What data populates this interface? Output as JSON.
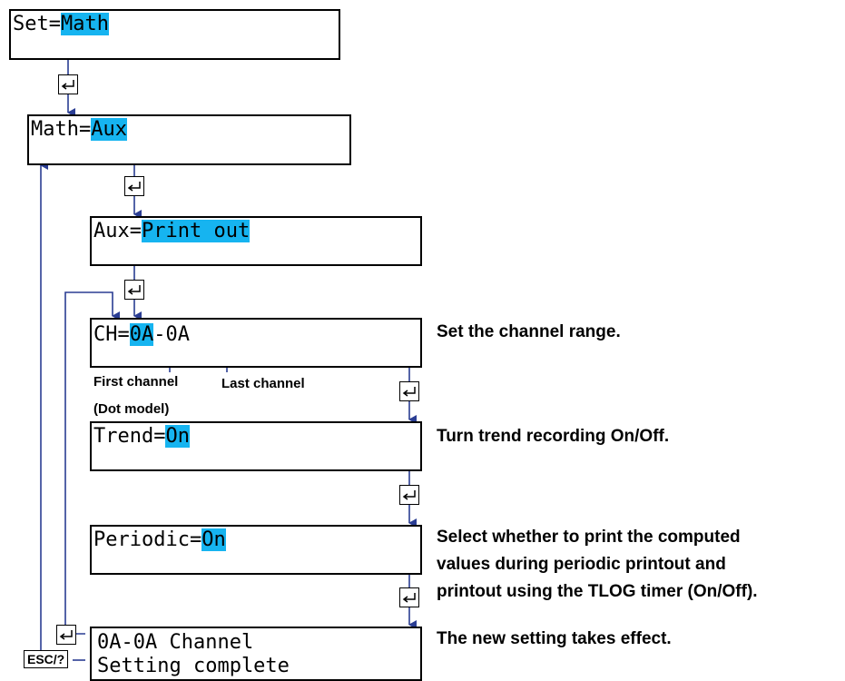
{
  "screens": {
    "set": {
      "prefix": "Set=",
      "value": "Math"
    },
    "math": {
      "prefix": "Math=",
      "value": "Aux"
    },
    "aux": {
      "prefix": "Aux=",
      "value": "Print out"
    },
    "ch": {
      "prefix": "CH=",
      "value": "0A",
      "suffix": "-0A"
    },
    "trend": {
      "prefix": "Trend=",
      "value": "On"
    },
    "periodic": {
      "prefix": "Periodic=",
      "value": "On"
    },
    "complete": {
      "line1": "0A-0A Channel",
      "line2": "Setting complete"
    }
  },
  "notes": {
    "first_channel": "First channel",
    "last_channel": "Last channel",
    "dot_model": "(Dot model)"
  },
  "descriptions": {
    "ch": "Set the channel range.",
    "trend": "Turn trend recording On/Off.",
    "periodic_1": "Select whether to print the computed",
    "periodic_2": "values during periodic printout and",
    "periodic_3": "printout using the TLOG timer (On/Off).",
    "complete": "The new setting takes effect."
  },
  "keys": {
    "enter": "enter-key-icon",
    "esc": "ESC/?"
  },
  "colors": {
    "highlight": "#16b4f0",
    "arrow": "#2a3d93"
  }
}
